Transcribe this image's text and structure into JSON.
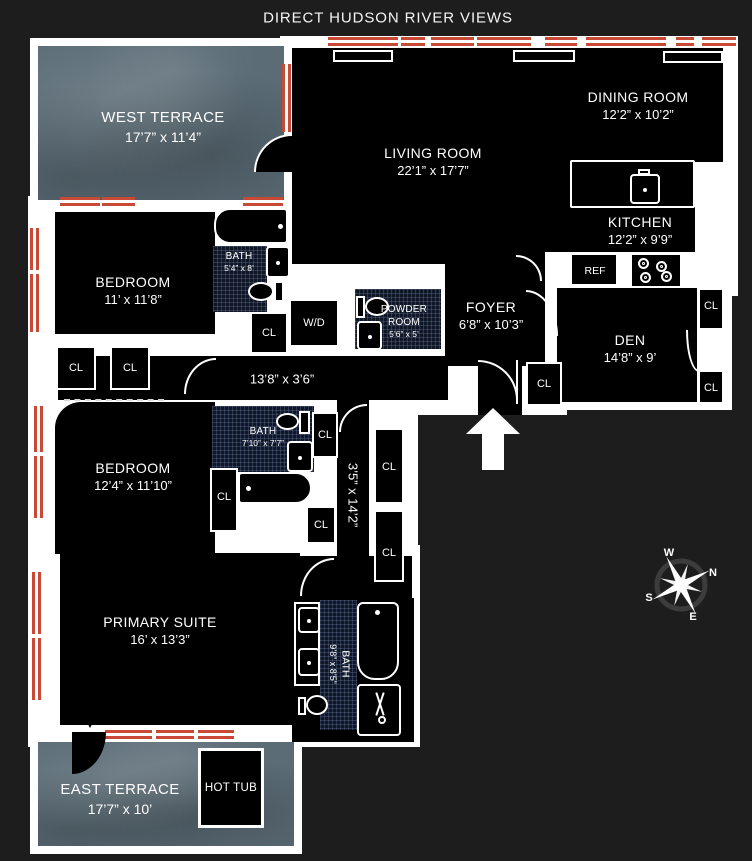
{
  "title": "DIRECT HUDSON RIVER VIEWS",
  "rooms": {
    "west_terrace": {
      "name": "WEST TERRACE",
      "dims": "17’7” x 11’4”"
    },
    "living_room": {
      "name": "LIVING ROOM",
      "dims": "22’1” x 17’7”"
    },
    "dining_room": {
      "name": "DINING ROOM",
      "dims": "12’2” x 10’2”"
    },
    "kitchen": {
      "name": "KITCHEN",
      "dims": "12’2” x 9’9”"
    },
    "den": {
      "name": "DEN",
      "dims": "14’8” x 9’"
    },
    "foyer": {
      "name": "FOYER",
      "dims": "6’8” x 10’3”"
    },
    "powder_room": {
      "name": "POWDER ROOM",
      "dims": "5’6” x 5’"
    },
    "bedroom_1": {
      "name": "BEDROOM",
      "dims": "11’ x 11’8”"
    },
    "bath_1": {
      "name": "BATH",
      "dims": "5’4” x 8’"
    },
    "bedroom_2": {
      "name": "BEDROOM",
      "dims": "12’4” x 11’10”"
    },
    "bath_2": {
      "name": "BATH",
      "dims": "7’10” x 7’7”"
    },
    "corridor": {
      "dims": "13’8” x 3’6”"
    },
    "hallway": {
      "dims": "3’5” x 14’2”"
    },
    "primary_suite": {
      "name": "PRIMARY SUITE",
      "dims": "16’ x 13’3”"
    },
    "bath_3": {
      "name": "BATH",
      "dims": "9’8” x 8’5”"
    },
    "east_terrace": {
      "name": "EAST TERRACE",
      "dims": "17’7” x 10’"
    }
  },
  "labels": {
    "closet": "CL",
    "washer_dryer": "W/D",
    "refrigerator": "REF",
    "hot_tub": "HOT TUB"
  },
  "compass": {
    "north": "N",
    "south": "S",
    "east": "E",
    "west": "W"
  },
  "colors": {
    "background": "#1d1d1d",
    "room_fill": "#000000",
    "wall": "#ffffff",
    "window_accent": "#c84936",
    "terrace_fill": "#5b6c76",
    "bath_tile": "#0f1626"
  }
}
